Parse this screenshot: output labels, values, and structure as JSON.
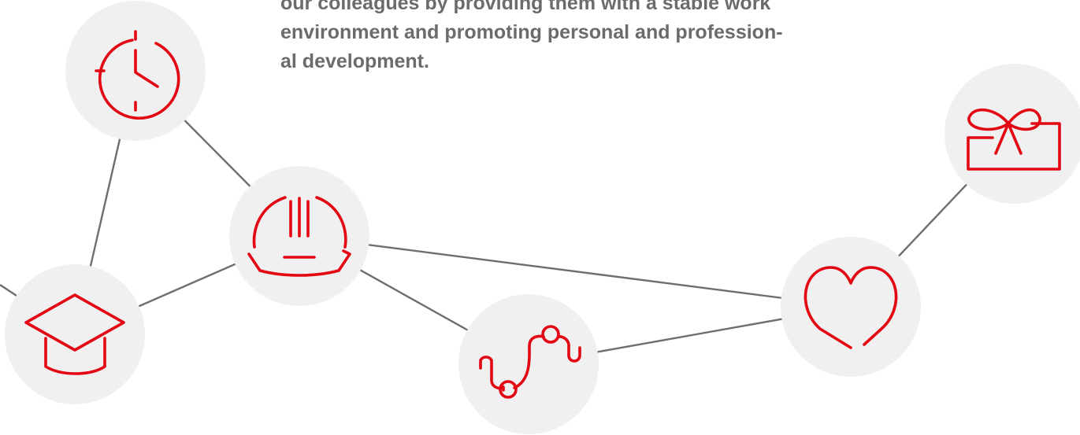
{
  "text_block": {
    "lines": [
      "our colleagues by providing them with a stable work",
      "environment and promoting personal and profession-",
      "al development."
    ]
  },
  "colors": {
    "accent": "#e30613",
    "node_fill": "#f0f0f0",
    "connector": "#6e6e6e",
    "text": "#6b6b6b"
  },
  "nodes": [
    {
      "id": "clock",
      "icon": "clock-icon"
    },
    {
      "id": "hard-hat",
      "icon": "hard-hat-icon"
    },
    {
      "id": "graduation",
      "icon": "graduation-cap-icon"
    },
    {
      "id": "path",
      "icon": "career-path-icon"
    },
    {
      "id": "heart",
      "icon": "heart-icon"
    },
    {
      "id": "gift",
      "icon": "gift-icon"
    }
  ],
  "connections": [
    [
      "clock",
      "hard-hat"
    ],
    [
      "clock",
      "graduation"
    ],
    [
      "hard-hat",
      "graduation"
    ],
    [
      "hard-hat",
      "path"
    ],
    [
      "hard-hat",
      "heart"
    ],
    [
      "path",
      "heart"
    ],
    [
      "heart",
      "gift"
    ]
  ]
}
